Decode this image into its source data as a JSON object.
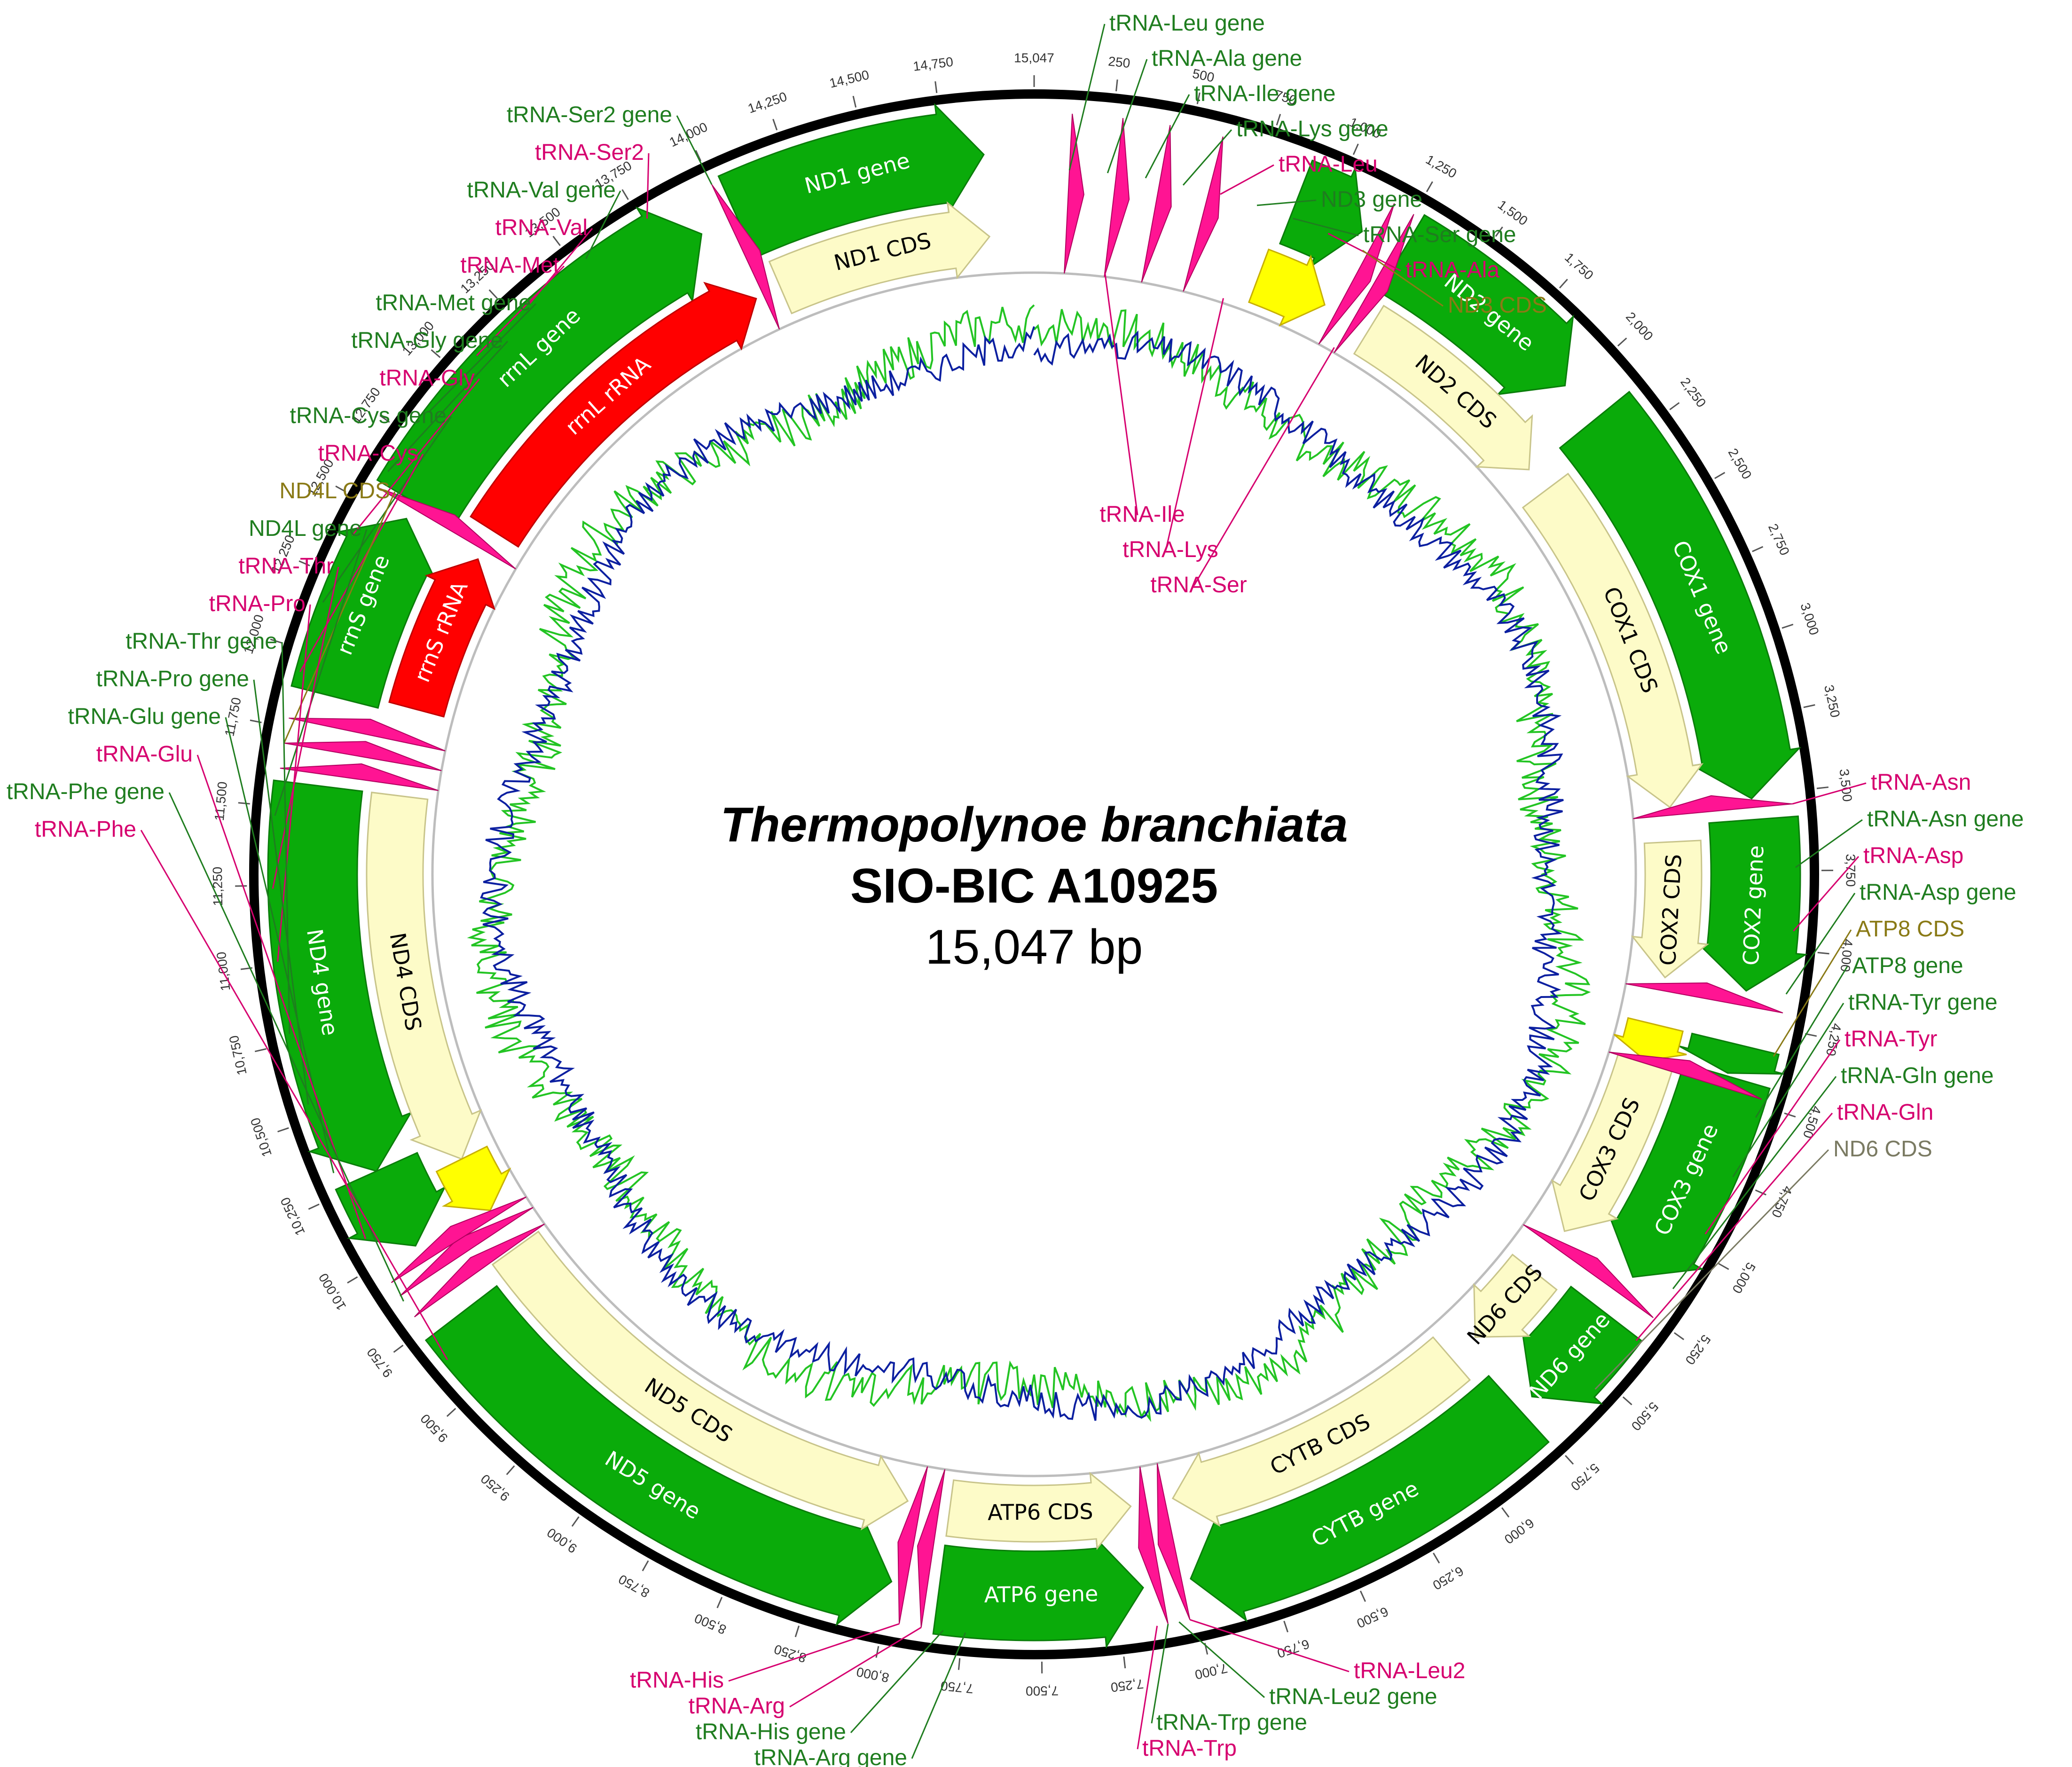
{
  "title": {
    "species": "Thermopolynoe branchiata",
    "specimen": "SIO-BIC A10925",
    "length": "15,047 bp"
  },
  "genome_length": 15047,
  "ticks": [
    "250",
    "500",
    "750",
    "1,000",
    "1,250",
    "1,500",
    "1,750",
    "2,000",
    "2,250",
    "2,500",
    "2,750",
    "3,000",
    "3,250",
    "3,500",
    "3,750",
    "4,000",
    "4,250",
    "4,500",
    "4,750",
    "5,000",
    "5,250",
    "5,500",
    "5,750",
    "6,000",
    "6,250",
    "6,500",
    "6,750",
    "7,000",
    "7,250",
    "7,500",
    "7,750",
    "8,000",
    "8,250",
    "8,500",
    "8,750",
    "9,000",
    "9,250",
    "9,500",
    "9,750",
    "10,000",
    "10,250",
    "10,500",
    "10,750",
    "11,000",
    "11,250",
    "11,500",
    "11,750",
    "12,000",
    "12,250",
    "12,500",
    "12,750",
    "13,000",
    "13,250",
    "13,500",
    "13,750",
    "14,000",
    "14,250",
    "14,500",
    "14,750",
    "15,047"
  ],
  "colors": {
    "gene": "#0aab0a",
    "cds": "#fdfbc8",
    "rrna": "#ff0000",
    "trna": "#ff1493",
    "small_cds": "#ffff00",
    "gene_text": "#1f7d1f",
    "trna_text": "#d6006f",
    "cds_text": "#8a7a16",
    "gc_line": "#23c423",
    "at_line": "#0b1fa0"
  },
  "features": [
    {
      "name": "ND1 gene",
      "type": "gene",
      "start": 14030,
      "end": 14880,
      "dir": 1
    },
    {
      "name": "ND1 CDS",
      "type": "cds",
      "start": 14070,
      "end": 14880,
      "dir": 1
    },
    {
      "name": "rrnL gene",
      "type": "gene",
      "start": 12580,
      "end": 13900,
      "dir": 1
    },
    {
      "name": "rrnL rRNA",
      "type": "rrna",
      "start": 12640,
      "end": 13970,
      "dir": 1
    },
    {
      "name": "rrnS gene",
      "type": "gene",
      "start": 11880,
      "end": 12520,
      "dir": 1
    },
    {
      "name": "rrnS rRNA",
      "type": "rrna",
      "start": 11910,
      "end": 12520,
      "dir": 1
    },
    {
      "name": "ND2 gene",
      "type": "gene",
      "start": 1280,
      "end": 1980,
      "dir": 1
    },
    {
      "name": "ND2 CDS",
      "type": "cds",
      "start": 1320,
      "end": 2120,
      "dir": 1
    },
    {
      "name": "COX1 gene",
      "type": "gene",
      "start": 2130,
      "end": 3510,
      "dir": 1
    },
    {
      "name": "COX1 CDS",
      "type": "cds",
      "start": 2220,
      "end": 3510,
      "dir": 1
    },
    {
      "name": "COX2 gene",
      "type": "gene",
      "start": 3580,
      "end": 4150,
      "dir": 1
    },
    {
      "name": "COX2 CDS",
      "type": "cds",
      "start": 3640,
      "end": 4150,
      "dir": 1
    },
    {
      "name": "COX3 gene",
      "type": "gene",
      "start": 4440,
      "end": 5180,
      "dir": 1
    },
    {
      "name": "COX3 CDS",
      "type": "cds",
      "start": 4480,
      "end": 5180,
      "dir": 1
    },
    {
      "name": "ND6 gene",
      "type": "gene",
      "start": 5330,
      "end": 5700,
      "dir": 1
    },
    {
      "name": "ND6 CDS",
      "type": "cds",
      "start": 5370,
      "end": 5700,
      "dir": 1
    },
    {
      "name": "CYTB gene",
      "type": "gene",
      "start": 5760,
      "end": 7000,
      "dir": 1
    },
    {
      "name": "CYTB CDS",
      "type": "cds",
      "start": 5820,
      "end": 7000,
      "dir": 1
    },
    {
      "name": "ATP6 gene",
      "type": "gene",
      "start": 7160,
      "end": 7840,
      "dir": -1
    },
    {
      "name": "ATP6 CDS",
      "type": "cds",
      "start": 7160,
      "end": 7840,
      "dir": -1
    },
    {
      "name": "ND5 gene",
      "type": "gene",
      "start": 8000,
      "end": 9720,
      "dir": -1
    },
    {
      "name": "ND5 CDS",
      "type": "cds",
      "start": 8000,
      "end": 9790,
      "dir": -1
    },
    {
      "name": "ND4 gene",
      "type": "gene",
      "start": 10270,
      "end": 11580,
      "dir": -1
    },
    {
      "name": "ND4 CDS",
      "type": "cds",
      "start": 10180,
      "end": 11580,
      "dir": -1
    },
    {
      "name": "ND4L gene",
      "type": "gene",
      "start": 9990,
      "end": 10270,
      "dir": -1
    },
    {
      "name": "ND4L CDS",
      "type": "small_cds",
      "start": 9960,
      "end": 10180,
      "dir": -1
    },
    {
      "name": "ND3 gene",
      "type": "gene",
      "start": 890,
      "end": 1130,
      "dir": 1
    },
    {
      "name": "ND3 CDS",
      "type": "small_cds",
      "start": 860,
      "end": 1130,
      "dir": 1
    },
    {
      "name": "ATP8 gene",
      "type": "gene",
      "start": 4330,
      "end": 4430,
      "dir": 1
    },
    {
      "name": "ATP8 CDS",
      "type": "small_cds",
      "start": 4330,
      "end": 4470,
      "dir": 1
    }
  ],
  "trna_marks": [
    {
      "pos": 120,
      "dir": 1
    },
    {
      "pos": 280,
      "dir": 1
    },
    {
      "pos": 430,
      "dir": 1
    },
    {
      "pos": 600,
      "dir": 1
    },
    {
      "pos": 1180,
      "dir": 1
    },
    {
      "pos": 1250,
      "dir": 1
    },
    {
      "pos": 3540,
      "dir": -1
    },
    {
      "pos": 4200,
      "dir": -1
    },
    {
      "pos": 4480,
      "dir": -1
    },
    {
      "pos": 5250,
      "dir": -1
    },
    {
      "pos": 7030,
      "dir": 1
    },
    {
      "pos": 7100,
      "dir": 1
    },
    {
      "pos": 7880,
      "dir": 1
    },
    {
      "pos": 7950,
      "dir": 1
    },
    {
      "pos": 9800,
      "dir": 1
    },
    {
      "pos": 9880,
      "dir": 1
    },
    {
      "pos": 9930,
      "dir": 1
    },
    {
      "pos": 11620,
      "dir": 1
    },
    {
      "pos": 11700,
      "dir": 1
    },
    {
      "pos": 11780,
      "dir": 1
    },
    {
      "pos": 12560,
      "dir": 1
    },
    {
      "pos": 14000,
      "dir": 1
    }
  ],
  "labels_right": [
    {
      "text": "tRNA-Leu gene",
      "cls": "gene"
    },
    {
      "text": "tRNA-Ala gene",
      "cls": "gene"
    },
    {
      "text": "tRNA-Ile gene",
      "cls": "gene"
    },
    {
      "text": "tRNA-Lys gene",
      "cls": "gene"
    },
    {
      "text": "tRNA-Leu",
      "cls": "trna"
    },
    {
      "text": "ND3 gene",
      "cls": "gene"
    },
    {
      "text": "tRNA-Ser gene",
      "cls": "gene"
    },
    {
      "text": "tRNA-Ala",
      "cls": "trna"
    },
    {
      "text": "ND3 CDS",
      "cls": "cds"
    }
  ],
  "labels_mid": [
    {
      "text": "tRNA-Ile",
      "cls": "trna"
    },
    {
      "text": "tRNA-Lys",
      "cls": "trna"
    },
    {
      "text": "tRNA-Ser",
      "cls": "trna"
    }
  ],
  "labels_east": [
    {
      "text": "tRNA-Asn",
      "cls": "trna"
    },
    {
      "text": "tRNA-Asn gene",
      "cls": "gene"
    },
    {
      "text": "tRNA-Asp",
      "cls": "trna"
    },
    {
      "text": "tRNA-Asp gene",
      "cls": "gene"
    },
    {
      "text": "ATP8 CDS",
      "cls": "cds"
    },
    {
      "text": "ATP8 gene",
      "cls": "gene"
    },
    {
      "text": "tRNA-Tyr gene",
      "cls": "gene"
    },
    {
      "text": "tRNA-Tyr",
      "cls": "trna"
    },
    {
      "text": "tRNA-Gln gene",
      "cls": "gene"
    },
    {
      "text": "tRNA-Gln",
      "cls": "trna"
    },
    {
      "text": "ND6 CDS",
      "cls": "gray"
    }
  ],
  "labels_bottom": [
    {
      "text": "tRNA-His",
      "cls": "trna"
    },
    {
      "text": "tRNA-Arg",
      "cls": "trna"
    },
    {
      "text": "tRNA-His gene",
      "cls": "gene"
    },
    {
      "text": "tRNA-Arg gene",
      "cls": "gene"
    },
    {
      "text": "tRNA-Leu2",
      "cls": "trna"
    },
    {
      "text": "tRNA-Leu2 gene",
      "cls": "gene"
    },
    {
      "text": "tRNA-Trp gene",
      "cls": "gene"
    },
    {
      "text": "tRNA-Trp",
      "cls": "trna"
    }
  ],
  "labels_west": [
    {
      "text": "tRNA-Ser2 gene",
      "cls": "gene"
    },
    {
      "text": "tRNA-Ser2",
      "cls": "trna"
    },
    {
      "text": "tRNA-Val gene",
      "cls": "gene"
    },
    {
      "text": "tRNA-Val",
      "cls": "trna"
    },
    {
      "text": "tRNA-Met",
      "cls": "trna"
    },
    {
      "text": "tRNA-Met gene",
      "cls": "gene"
    },
    {
      "text": "tRNA-Gly gene",
      "cls": "gene"
    },
    {
      "text": "tRNA-Gly",
      "cls": "trna"
    },
    {
      "text": "tRNA-Cys gene",
      "cls": "gene"
    },
    {
      "text": "tRNA-Cys",
      "cls": "trna"
    },
    {
      "text": "ND4L CDS",
      "cls": "cds"
    },
    {
      "text": "ND4L gene",
      "cls": "gene"
    },
    {
      "text": "tRNA-Thr",
      "cls": "trna"
    },
    {
      "text": "tRNA-Pro",
      "cls": "trna"
    },
    {
      "text": "tRNA-Thr gene",
      "cls": "gene"
    },
    {
      "text": "tRNA-Pro gene",
      "cls": "gene"
    },
    {
      "text": "tRNA-Glu gene",
      "cls": "gene"
    },
    {
      "text": "tRNA-Glu",
      "cls": "trna"
    },
    {
      "text": "tRNA-Phe gene",
      "cls": "gene"
    },
    {
      "text": "tRNA-Phe",
      "cls": "trna"
    }
  ]
}
